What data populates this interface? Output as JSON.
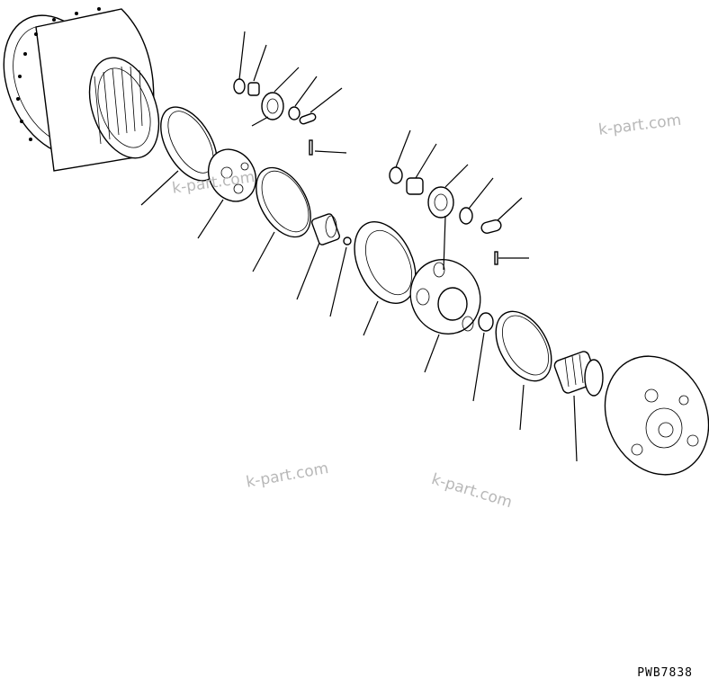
{
  "drawing_code": "PWB7838",
  "watermarks": [
    "k-part.com",
    "k-part.com",
    "k-part.com",
    "k-part.com"
  ]
}
